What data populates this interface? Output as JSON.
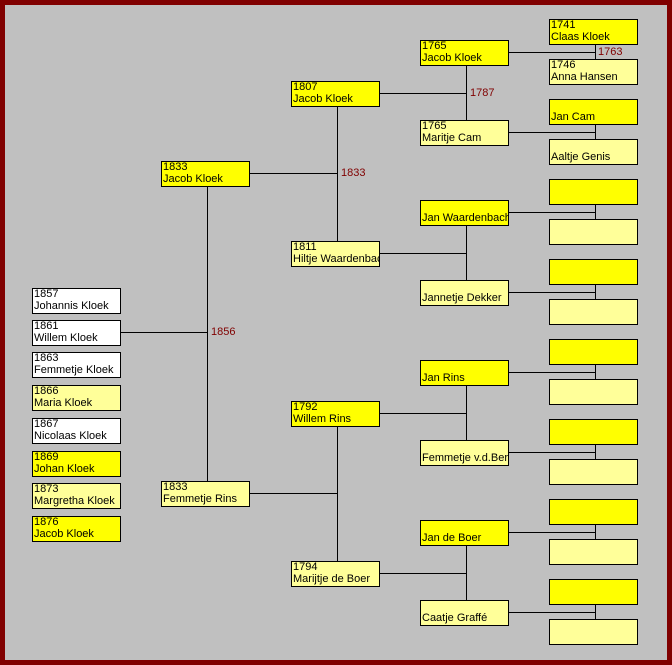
{
  "colors": {
    "frame": "#800000",
    "background": "#c0c0c0",
    "male": "#ffff00",
    "female": "#ffff99",
    "child": "#ffffff",
    "marriage_year": "#800000"
  },
  "children": [
    {
      "year": "1857",
      "name": "Johannis Kloek",
      "color": "#ffffff"
    },
    {
      "year": "1861",
      "name": "Willem Kloek",
      "color": "#ffffff"
    },
    {
      "year": "1863",
      "name": "Femmetje Kloek",
      "color": "#ffffff"
    },
    {
      "year": "1866",
      "name": "Maria Kloek",
      "color": "#ffff99"
    },
    {
      "year": "1867",
      "name": "Nicolaas Kloek",
      "color": "#ffffff"
    },
    {
      "year": "1869",
      "name": "Johan Kloek",
      "color": "#ffff00"
    },
    {
      "year": "1873",
      "name": "Margretha Kloek",
      "color": "#ffff99"
    },
    {
      "year": "1876",
      "name": "Jacob Kloek",
      "color": "#ffff00"
    }
  ],
  "parents": [
    {
      "year": "1833",
      "name": "Jacob Kloek",
      "color": "#ffff00"
    },
    {
      "year": "1833",
      "name": "Femmetje Rins",
      "color": "#ffff99"
    }
  ],
  "grandparents": [
    {
      "year": "1807",
      "name": "Jacob Kloek",
      "color": "#ffff00"
    },
    {
      "year": "1811",
      "name": "Hiltje Waardenbach",
      "color": "#ffff99"
    },
    {
      "year": "1792",
      "name": "Willem Rins",
      "color": "#ffff00"
    },
    {
      "year": "1794",
      "name": "Marijtje de Boer",
      "color": "#ffff99"
    }
  ],
  "great_grandparents": [
    {
      "year": "1765",
      "name": "Jacob Kloek",
      "color": "#ffff00"
    },
    {
      "year": "1765",
      "name": "Maritje Cam",
      "color": "#ffff99"
    },
    {
      "year": "",
      "name": "Jan Waardenbach",
      "color": "#ffff00"
    },
    {
      "year": "",
      "name": "Jannetje Dekker",
      "color": "#ffff99"
    },
    {
      "year": "",
      "name": "Jan Rins",
      "color": "#ffff00"
    },
    {
      "year": "",
      "name": "Femmetje v.d.Berg",
      "color": "#ffff99"
    },
    {
      "year": "",
      "name": "Jan de Boer",
      "color": "#ffff00"
    },
    {
      "year": "",
      "name": "Caatje Graffé",
      "color": "#ffff99"
    }
  ],
  "great_great_grandparents": [
    {
      "year": "1741",
      "name": "Claas Kloek",
      "color": "#ffff00"
    },
    {
      "year": "1746",
      "name": "Anna Hansen",
      "color": "#ffff99"
    },
    {
      "year": "",
      "name": "Jan Cam",
      "color": "#ffff00"
    },
    {
      "year": "",
      "name": "Aaltje Genis",
      "color": "#ffff99"
    },
    {
      "year": "",
      "name": "",
      "color": "#ffff00"
    },
    {
      "year": "",
      "name": "",
      "color": "#ffff99"
    },
    {
      "year": "",
      "name": "",
      "color": "#ffff00"
    },
    {
      "year": "",
      "name": "",
      "color": "#ffff99"
    },
    {
      "year": "",
      "name": "",
      "color": "#ffff00"
    },
    {
      "year": "",
      "name": "",
      "color": "#ffff99"
    },
    {
      "year": "",
      "name": "",
      "color": "#ffff00"
    },
    {
      "year": "",
      "name": "",
      "color": "#ffff99"
    },
    {
      "year": "",
      "name": "",
      "color": "#ffff00"
    },
    {
      "year": "",
      "name": "",
      "color": "#ffff99"
    },
    {
      "year": "",
      "name": "",
      "color": "#ffff00"
    },
    {
      "year": "",
      "name": "",
      "color": "#ffff99"
    }
  ],
  "marriages": {
    "parents": "1856",
    "grandparents_paternal": "1833",
    "great_grandparents_kloek": "1787",
    "great_great_grandparents_kloek": "1763"
  }
}
